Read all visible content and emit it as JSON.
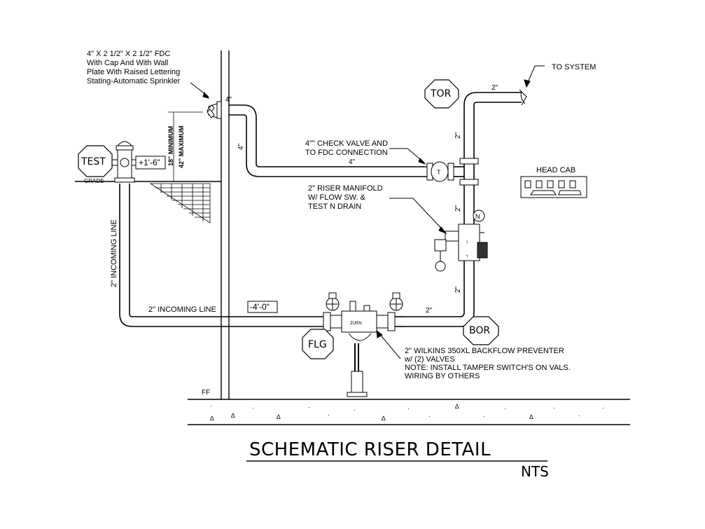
{
  "title": "SCHEMATIC RISER DETAIL",
  "subtitle": "NTS",
  "labels": {
    "fdc_note_1": "4\" X 2 1/2\" X 2 1/2\" FDC",
    "fdc_note_2": "With Cap And With Wall",
    "fdc_note_3": "Plate With Raised Lettering",
    "fdc_note_4": "Stating-Automatic Sprinkler",
    "to_system": "TO SYSTEM",
    "head_cab": "HEAD CAB",
    "check_valve_1": "4\"\" CHECK VALVE AND",
    "check_valve_2": "TO FDC CONNECTION",
    "manifold_1": "2\" RISER MANIFOLD",
    "manifold_2": "W/ FLOW SW. &",
    "manifold_3": "TEST N DRAIN",
    "backflow_1": "2\" WILKINS 350XL BACKFLOW PREVENTER",
    "backflow_2": "w/ (2) VALVES",
    "backflow_3": "NOTE: INSTALL TAMPER SWITCH'S ON VALS.",
    "backflow_4": "WIRING BY OTHERS",
    "incoming_vertical": "2\" INCOMING LINE",
    "incoming_horizontal": "2\" INCOMING LINE",
    "grade": "GRADE",
    "ff": "FF",
    "min_height": "18\" MINIMUM",
    "max_height": "42\" MAXIMUM",
    "dim_plus": "+1'-6\"",
    "dim_minus": "-4'-0\"",
    "size_4_fdc_top": "4\"",
    "size_4_fdc_side": "4\"",
    "size_4_horizontal": "4\"",
    "size_2_top": "2\"",
    "size_2_riser_a": "2\"",
    "size_2_riser_b": "2\"",
    "size_2_riser_c": "2\"",
    "size_2_bottom": "2\"",
    "bf_tag": "ZURN"
  },
  "tags": {
    "tor": "TOR",
    "bor": "BOR",
    "test": "TEST",
    "flg": "FLG"
  }
}
